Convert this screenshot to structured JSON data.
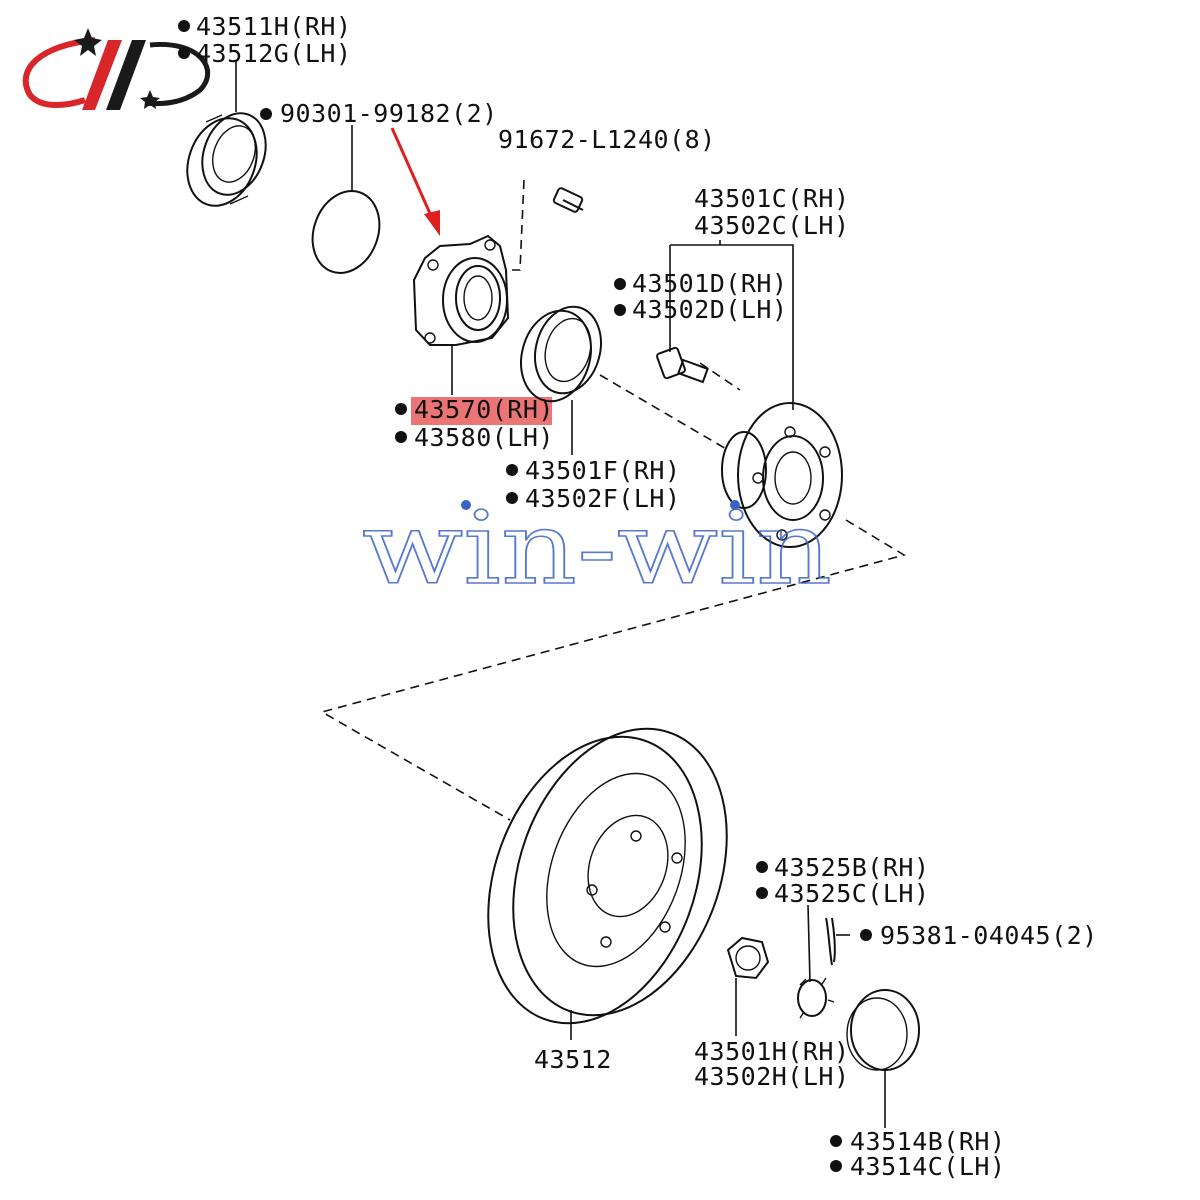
{
  "labels": {
    "p43511H": "43511H(RH)",
    "p43512G": "43512G(LH)",
    "p90301": "90301-99182(2)",
    "p91672": "91672-L1240(8)",
    "p43501C": "43501C(RH)",
    "p43502C": "43502C(LH)",
    "p43501D": "43501D(RH)",
    "p43502D": "43502D(LH)",
    "p43570": "43570(RH)",
    "p43580": "43580(LH)",
    "p43501F": "43501F(RH)",
    "p43502F": "43502F(LH)",
    "p43512": "43512",
    "p43525B": "43525B(RH)",
    "p43525C": "43525C(LH)",
    "p95381": "95381-04045(2)",
    "p43501H": "43501H(RH)",
    "p43502H": "43502H(LH)",
    "p43514B": "43514B(RH)",
    "p43514C": "43514C(LH)"
  },
  "watermark": "win-win",
  "colors": {
    "logo_red": "#d9262b",
    "logo_dark": "#1a1a1a",
    "highlight": "#e85c5c",
    "arrow": "#e02020",
    "watermark": "#3a62c8"
  }
}
